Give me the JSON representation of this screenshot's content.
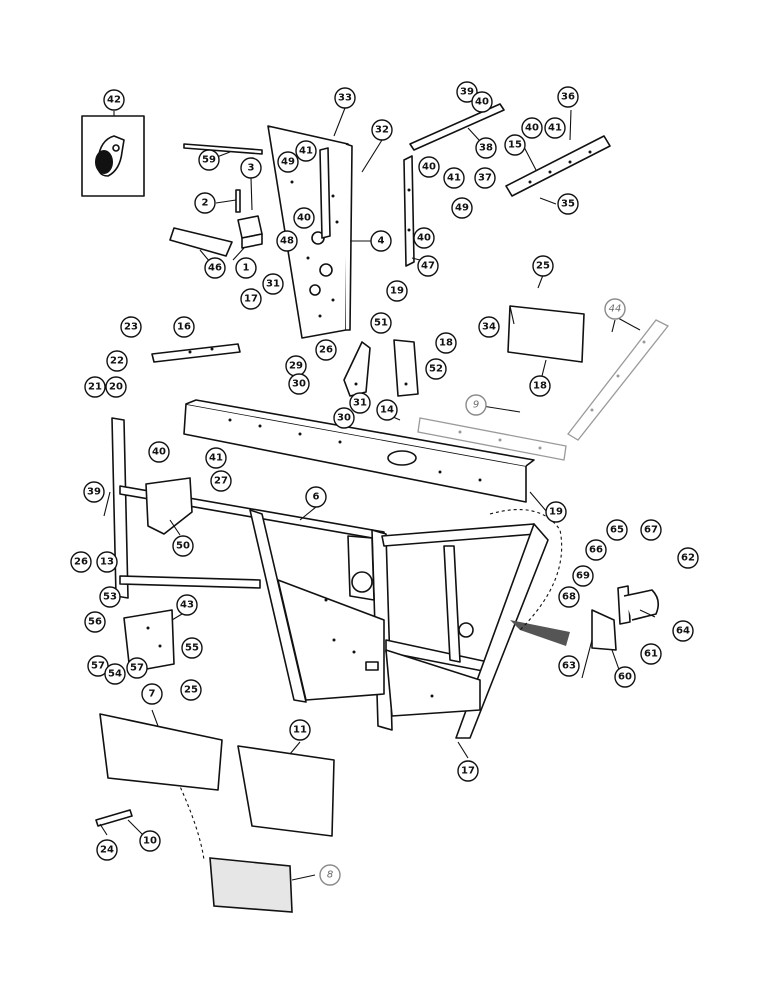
{
  "callouts": [
    {
      "id": "c42",
      "label": "42"
    },
    {
      "id": "c33",
      "label": "33"
    },
    {
      "id": "c32",
      "label": "32"
    },
    {
      "id": "c39a",
      "label": "39"
    },
    {
      "id": "c40a",
      "label": "40"
    },
    {
      "id": "c40b",
      "label": "40"
    },
    {
      "id": "c41a",
      "label": "41"
    },
    {
      "id": "c36",
      "label": "36"
    },
    {
      "id": "c59",
      "label": "59"
    },
    {
      "id": "c3",
      "label": "3"
    },
    {
      "id": "c41b",
      "label": "41"
    },
    {
      "id": "c49a",
      "label": "49"
    },
    {
      "id": "c40c",
      "label": "40"
    },
    {
      "id": "c38",
      "label": "38"
    },
    {
      "id": "c15",
      "label": "15"
    },
    {
      "id": "c2",
      "label": "2"
    },
    {
      "id": "c48",
      "label": "48"
    },
    {
      "id": "c4",
      "label": "4"
    },
    {
      "id": "c40d",
      "label": "40"
    },
    {
      "id": "c41c",
      "label": "41"
    },
    {
      "id": "c37",
      "label": "37"
    },
    {
      "id": "c35",
      "label": "35"
    },
    {
      "id": "c49b",
      "label": "49"
    },
    {
      "id": "c40e",
      "label": "40"
    },
    {
      "id": "c1",
      "label": "1"
    },
    {
      "id": "c46",
      "label": "46"
    },
    {
      "id": "c47",
      "label": "47"
    },
    {
      "id": "c25a",
      "label": "25"
    },
    {
      "id": "c31a",
      "label": "31"
    },
    {
      "id": "c19a",
      "label": "19"
    },
    {
      "id": "c17a",
      "label": "17"
    },
    {
      "id": "c44",
      "label": "44"
    },
    {
      "id": "c34",
      "label": "34"
    },
    {
      "id": "c26a",
      "label": "26"
    },
    {
      "id": "c23",
      "label": "23"
    },
    {
      "id": "c16",
      "label": "16"
    },
    {
      "id": "c51",
      "label": "51"
    },
    {
      "id": "c29",
      "label": "29"
    },
    {
      "id": "c18a",
      "label": "18"
    },
    {
      "id": "c52",
      "label": "52"
    },
    {
      "id": "c30a",
      "label": "30"
    },
    {
      "id": "c22",
      "label": "22"
    },
    {
      "id": "c18b",
      "label": "18"
    },
    {
      "id": "c21",
      "label": "21"
    },
    {
      "id": "c20",
      "label": "20"
    },
    {
      "id": "c30b",
      "label": "30"
    },
    {
      "id": "c31b",
      "label": "31"
    },
    {
      "id": "c14",
      "label": "14"
    },
    {
      "id": "c9",
      "label": "9"
    },
    {
      "id": "c40f",
      "label": "40"
    },
    {
      "id": "c41d",
      "label": "41"
    },
    {
      "id": "c27",
      "label": "27"
    },
    {
      "id": "c39b",
      "label": "39"
    },
    {
      "id": "c6",
      "label": "6"
    },
    {
      "id": "c19b",
      "label": "19"
    },
    {
      "id": "c65",
      "label": "65"
    },
    {
      "id": "c67",
      "label": "67"
    },
    {
      "id": "c26b",
      "label": "26"
    },
    {
      "id": "c13",
      "label": "13"
    },
    {
      "id": "c50",
      "label": "50"
    },
    {
      "id": "c66",
      "label": "66"
    },
    {
      "id": "c62",
      "label": "62"
    },
    {
      "id": "c69",
      "label": "69"
    },
    {
      "id": "c53",
      "label": "53"
    },
    {
      "id": "c43",
      "label": "43"
    },
    {
      "id": "c68",
      "label": "68"
    },
    {
      "id": "c64",
      "label": "64"
    },
    {
      "id": "c56",
      "label": "56"
    },
    {
      "id": "c57a",
      "label": "57"
    },
    {
      "id": "c55",
      "label": "55"
    },
    {
      "id": "c61",
      "label": "61"
    },
    {
      "id": "c57b",
      "label": "57"
    },
    {
      "id": "c63",
      "label": "63"
    },
    {
      "id": "c54",
      "label": "54"
    },
    {
      "id": "c60",
      "label": "60"
    },
    {
      "id": "c7",
      "label": "7"
    },
    {
      "id": "c25b",
      "label": "25"
    },
    {
      "id": "c11",
      "label": "11"
    },
    {
      "id": "c17b",
      "label": "17"
    },
    {
      "id": "c10",
      "label": "10"
    },
    {
      "id": "c24",
      "label": "24"
    },
    {
      "id": "c8",
      "label": "8"
    }
  ]
}
